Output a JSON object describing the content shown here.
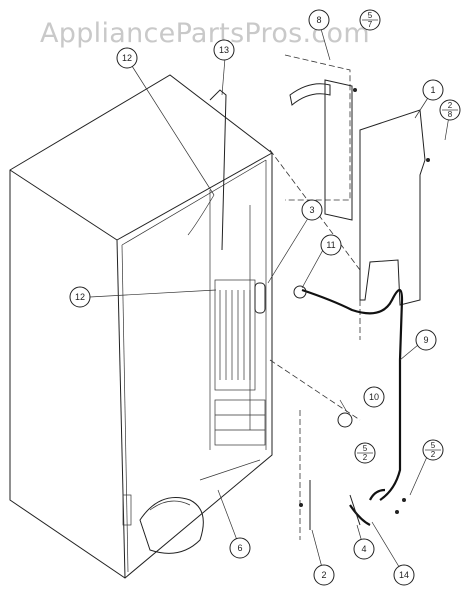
{
  "watermark": "AppliancePartsPros.com",
  "callouts": [
    {
      "id": "c1",
      "label": "1"
    },
    {
      "id": "c2",
      "label": "2"
    },
    {
      "id": "c3",
      "label": "3"
    },
    {
      "id": "c4",
      "label": "4"
    },
    {
      "id": "c6",
      "label": "6"
    },
    {
      "id": "c8",
      "label": "8"
    },
    {
      "id": "c9",
      "label": "9"
    },
    {
      "id": "c10",
      "label": "10"
    },
    {
      "id": "c11",
      "label": "11"
    },
    {
      "id": "c12a",
      "label": "12"
    },
    {
      "id": "c12b",
      "label": "12"
    },
    {
      "id": "c13",
      "label": "13"
    },
    {
      "id": "c14",
      "label": "14"
    }
  ],
  "fraction_callouts": [
    {
      "id": "f1",
      "top": "5",
      "bottom": "7"
    },
    {
      "id": "f2",
      "top": "2",
      "bottom": "8"
    },
    {
      "id": "f3",
      "top": "5",
      "bottom": "2"
    },
    {
      "id": "f4",
      "top": "5",
      "bottom": "2"
    }
  ]
}
